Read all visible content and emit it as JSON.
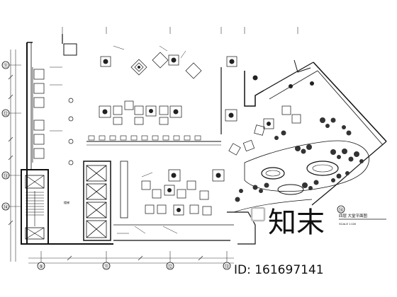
{
  "grid_axes": {
    "rows": [
      "⑪",
      "⑫",
      "⑬",
      "⑭"
    ],
    "columns": [
      "⑤",
      "⑪",
      "⑫",
      "⑬",
      "⑭"
    ]
  },
  "plan_title": "四层 大堂平面图",
  "scale_note": "SCALE 1:100",
  "room_label": "楼梯",
  "watermark": {
    "brand": "知末",
    "id_text": "ID: 161697141"
  }
}
